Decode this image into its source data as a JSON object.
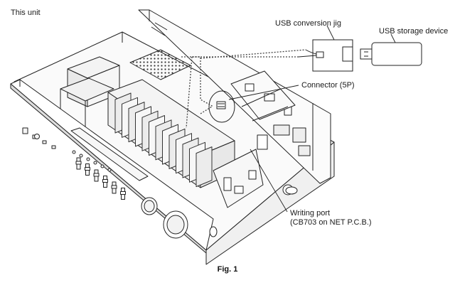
{
  "figure": {
    "caption": "Fig. 1",
    "labels": {
      "this_unit": "This unit",
      "usb_jig": "USB conversion jig",
      "usb_storage": "USB storage device",
      "connector": "Connector (5P)",
      "writing_port_line1": "Writing port",
      "writing_port_line2": "(CB703 on NET P.C.B.)"
    }
  }
}
